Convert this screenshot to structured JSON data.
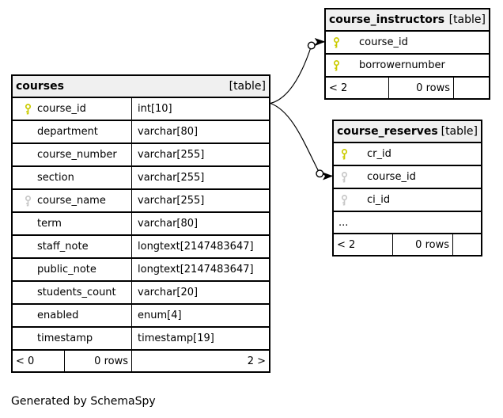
{
  "page": {
    "footer_note": "Generated by SchemaSpy"
  },
  "colors": {
    "primary_key_icon": "#cbcb00",
    "index_key_icon": "#c8c8c8",
    "table_header_bg": "#f0f0f0",
    "border": "#000000"
  },
  "tables": {
    "courses": {
      "name": "courses",
      "tag": "[table]",
      "columns": [
        {
          "name": "course_id",
          "type": "int[10]",
          "key": "primary"
        },
        {
          "name": "department",
          "type": "varchar[80]",
          "key": ""
        },
        {
          "name": "course_number",
          "type": "varchar[255]",
          "key": ""
        },
        {
          "name": "section",
          "type": "varchar[255]",
          "key": ""
        },
        {
          "name": "course_name",
          "type": "varchar[255]",
          "key": "index"
        },
        {
          "name": "term",
          "type": "varchar[80]",
          "key": ""
        },
        {
          "name": "staff_note",
          "type": "longtext[2147483647]",
          "key": ""
        },
        {
          "name": "public_note",
          "type": "longtext[2147483647]",
          "key": ""
        },
        {
          "name": "students_count",
          "type": "varchar[20]",
          "key": ""
        },
        {
          "name": "enabled",
          "type": "enum[4]",
          "key": ""
        },
        {
          "name": "timestamp",
          "type": "timestamp[19]",
          "key": ""
        }
      ],
      "footer": {
        "parents": "< 0",
        "rows": "0 rows",
        "children": "2 >"
      }
    },
    "course_instructors": {
      "name": "course_instructors",
      "tag": "[table]",
      "columns": [
        {
          "name": "course_id",
          "key": "primary"
        },
        {
          "name": "borrowernumber",
          "key": "primary"
        }
      ],
      "footer": {
        "parents": "< 2",
        "rows": "0 rows",
        "children": ""
      }
    },
    "course_reserves": {
      "name": "course_reserves",
      "tag": "[table]",
      "columns": [
        {
          "name": "cr_id",
          "key": "primary"
        },
        {
          "name": "course_id",
          "key": "index"
        },
        {
          "name": "ci_id",
          "key": "index"
        }
      ],
      "ellipsis": "...",
      "footer": {
        "parents": "< 2",
        "rows": "0 rows",
        "children": ""
      }
    }
  },
  "relationships": [
    {
      "from_table": "courses",
      "from_column": "course_id",
      "to_table": "course_instructors",
      "to_column": "course_id"
    },
    {
      "from_table": "courses",
      "from_column": "course_id",
      "to_table": "course_reserves",
      "to_column": "course_id"
    }
  ]
}
